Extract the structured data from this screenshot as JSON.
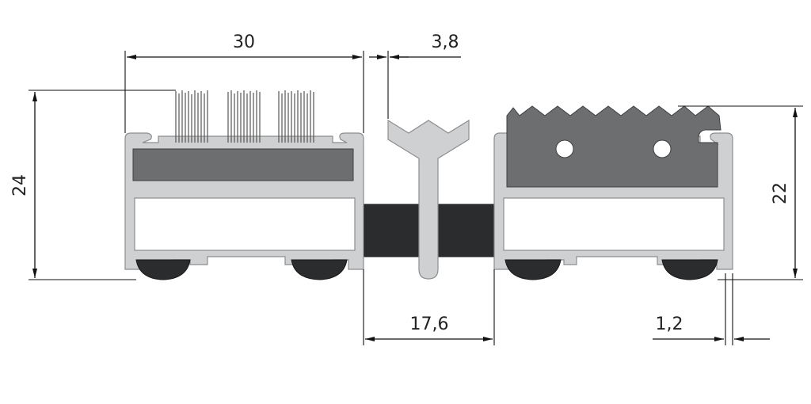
{
  "diagram": {
    "dimensions": [
      {
        "id": "width-left-profile",
        "label": "30"
      },
      {
        "id": "connector-width",
        "label": "3,8"
      },
      {
        "id": "height-left",
        "label": "24"
      },
      {
        "id": "height-right",
        "label": "22"
      },
      {
        "id": "gap-width",
        "label": "17,6"
      },
      {
        "id": "wall-thickness",
        "label": "1,2"
      }
    ],
    "colors": {
      "aluminum": "#cfd0d1",
      "insert": "#6c6e70",
      "rubber": "#2b2c2e",
      "line": "#111111"
    },
    "elements": {
      "left_profile": "aluminum-profile-with-brush-insert",
      "center": "y-connector-over-rubber-strip",
      "right_profile": "aluminum-profile-with-serrated-rubber-insert"
    }
  }
}
